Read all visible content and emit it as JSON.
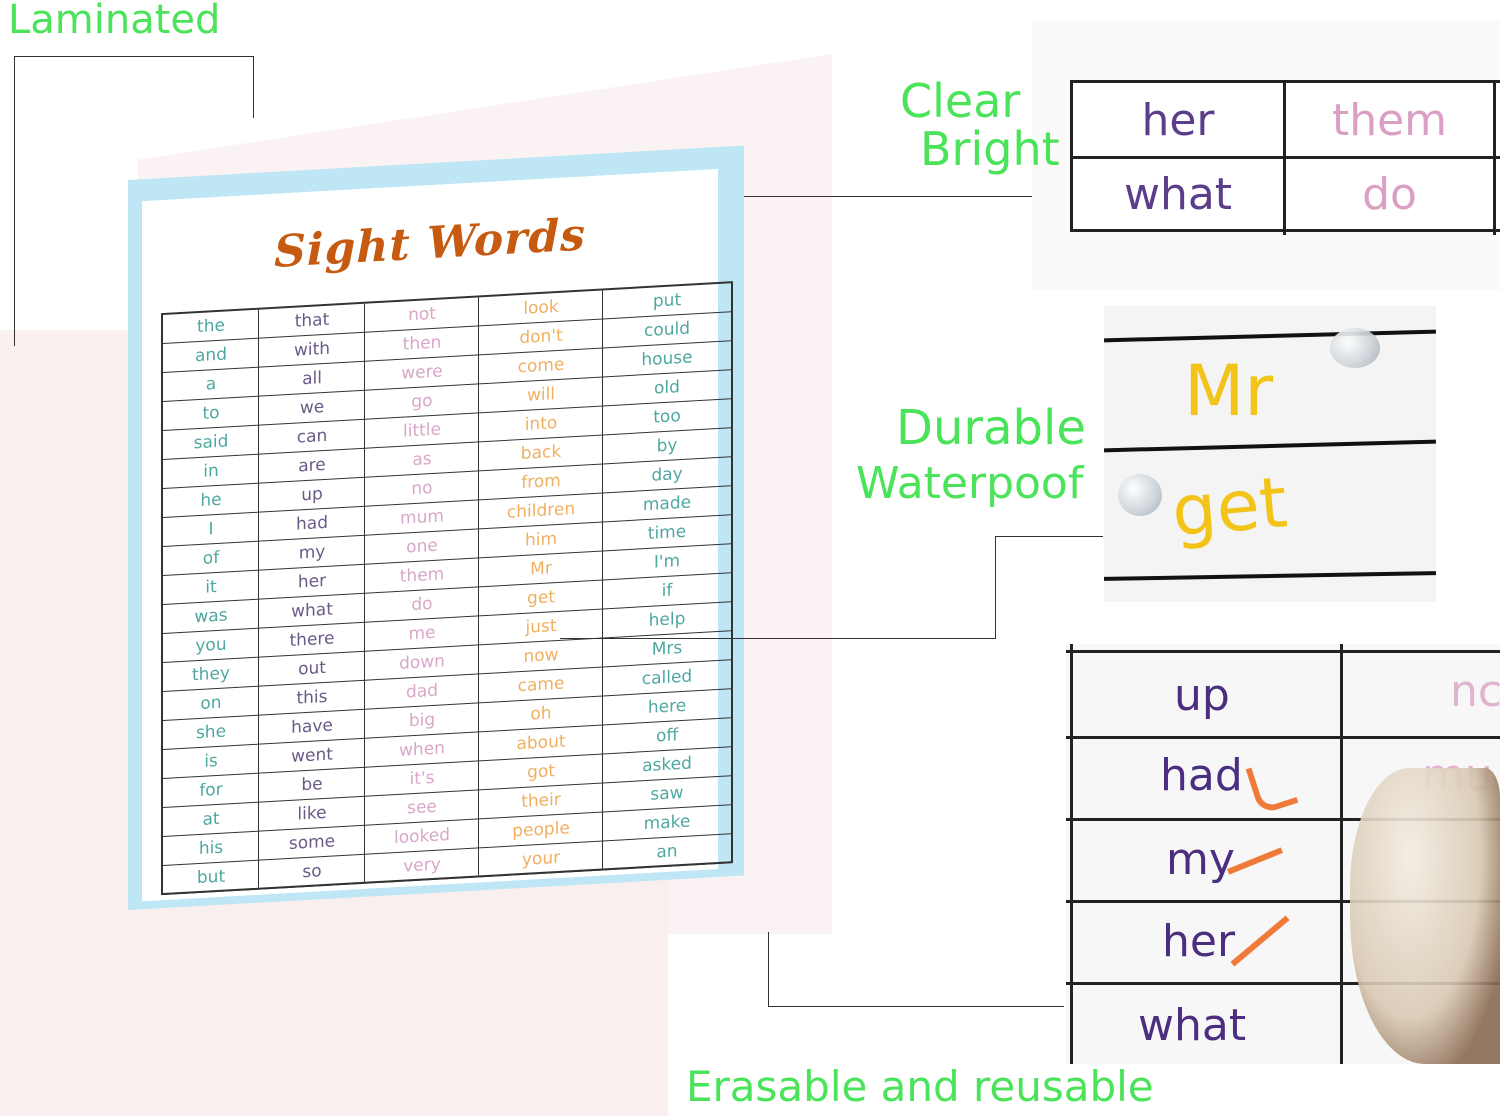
{
  "features": {
    "laminated": "Laminated",
    "clear": "Clear",
    "bright": "Bright",
    "durable": "Durable",
    "waterproof": "Waterpoof",
    "erasable": "Erasable and reusable"
  },
  "chart": {
    "title": "Sight Words",
    "columns": [
      {
        "color": "#4fa8a0",
        "words": [
          "the",
          "and",
          "a",
          "to",
          "said",
          "in",
          "he",
          "I",
          "of",
          "it",
          "was",
          "you",
          "they",
          "on",
          "she",
          "is",
          "for",
          "at",
          "his",
          "but"
        ]
      },
      {
        "color": "#6a5a88",
        "words": [
          "that",
          "with",
          "all",
          "we",
          "can",
          "are",
          "up",
          "had",
          "my",
          "her",
          "what",
          "there",
          "out",
          "this",
          "have",
          "went",
          "be",
          "like",
          "some",
          "so"
        ]
      },
      {
        "color": "#d9a7c7",
        "words": [
          "not",
          "then",
          "were",
          "go",
          "little",
          "as",
          "no",
          "mum",
          "one",
          "them",
          "do",
          "me",
          "down",
          "dad",
          "big",
          "when",
          "it's",
          "see",
          "looked",
          "very"
        ]
      },
      {
        "color": "#f0b060",
        "words": [
          "look",
          "don't",
          "come",
          "will",
          "into",
          "back",
          "from",
          "children",
          "him",
          "Mr",
          "get",
          "just",
          "now",
          "came",
          "oh",
          "about",
          "got",
          "their",
          "people",
          "your"
        ]
      },
      {
        "color": "#4fa8a0",
        "words": [
          "put",
          "could",
          "house",
          "old",
          "too",
          "by",
          "day",
          "made",
          "time",
          "I'm",
          "if",
          "help",
          "Mrs",
          "called",
          "here",
          "off",
          "asked",
          "saw",
          "make",
          "an"
        ]
      }
    ]
  },
  "clear_table": {
    "rows": [
      {
        "left": "her",
        "right": "them"
      },
      {
        "left": "what",
        "right": "do"
      }
    ],
    "left_color": "#5b3e8a",
    "right_color": "#d9a0c4"
  },
  "durable_panel": {
    "word1": "Mr",
    "word2": "get",
    "color": "#f2c41a"
  },
  "erasable_panel": {
    "words": [
      "up",
      "had",
      "my",
      "her",
      "what"
    ],
    "right_partial": [
      "nc",
      "mu"
    ]
  }
}
